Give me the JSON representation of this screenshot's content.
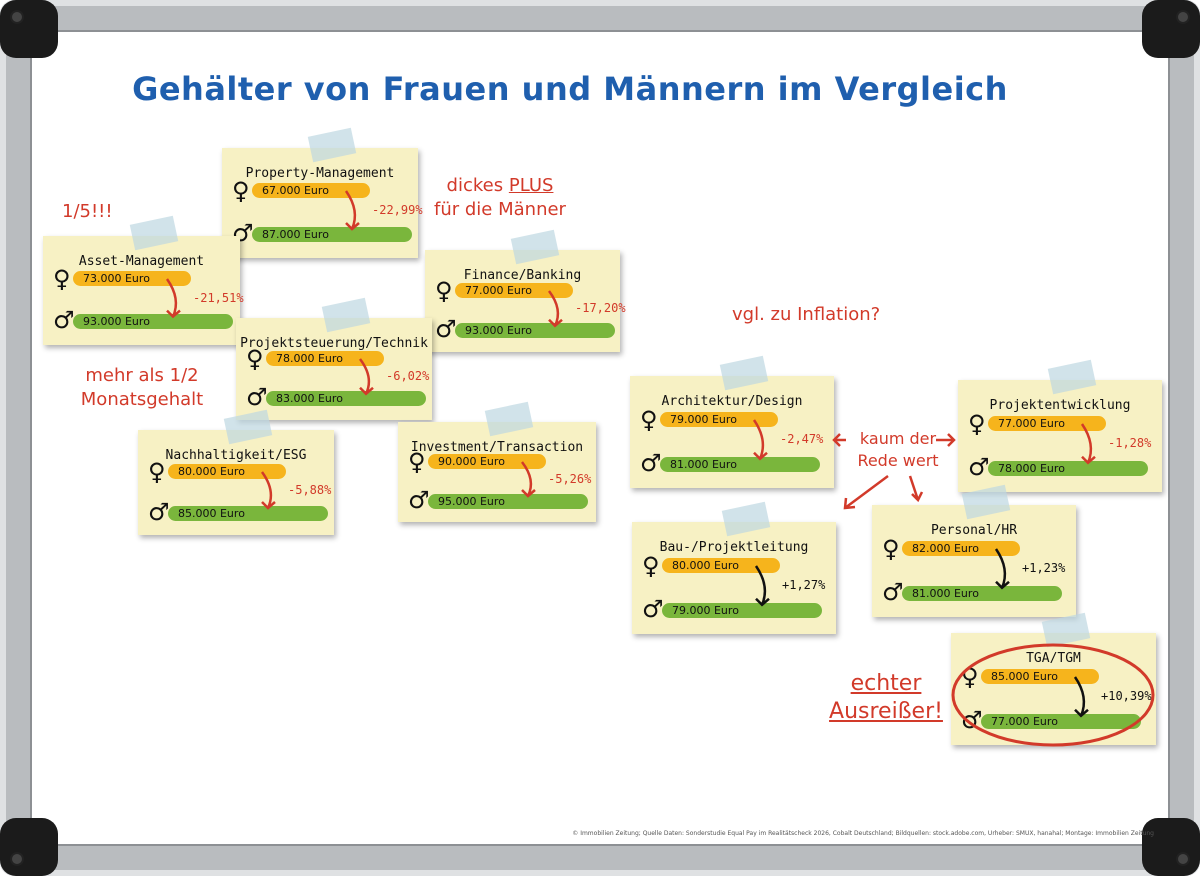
{
  "title": "Gehälter von Frauen und Männern im Vergleich",
  "notes": [
    {
      "name": "Property-Management",
      "female": "67.000 Euro",
      "male": "87.000 Euro",
      "diff": "-22,99%",
      "sign": "neg"
    },
    {
      "name": "Asset-Management",
      "female": "73.000 Euro",
      "male": "93.000 Euro",
      "diff": "-21,51%",
      "sign": "neg"
    },
    {
      "name": "Finance/Banking",
      "female": "77.000 Euro",
      "male": "93.000 Euro",
      "diff": "-17,20%",
      "sign": "neg"
    },
    {
      "name": "Projektsteuerung/Technik",
      "female": "78.000 Euro",
      "male": "83.000 Euro",
      "diff": "-6,02%",
      "sign": "neg"
    },
    {
      "name": "Nachhaltigkeit/ESG",
      "female": "80.000 Euro",
      "male": "85.000 Euro",
      "diff": "-5,88%",
      "sign": "neg"
    },
    {
      "name": "Investment/Transaction",
      "female": "90.000 Euro",
      "male": "95.000 Euro",
      "diff": "-5,26%",
      "sign": "neg"
    },
    {
      "name": "Architektur/Design",
      "female": "79.000 Euro",
      "male": "81.000 Euro",
      "diff": "-2,47%",
      "sign": "neg"
    },
    {
      "name": "Projektentwicklung",
      "female": "77.000 Euro",
      "male": "78.000 Euro",
      "diff": "-1,28%",
      "sign": "neg"
    },
    {
      "name": "Bau-/Projektleitung",
      "female": "80.000 Euro",
      "male": "79.000 Euro",
      "diff": "+1,27%",
      "sign": "pos"
    },
    {
      "name": "Personal/HR",
      "female": "82.000 Euro",
      "male": "81.000 Euro",
      "diff": "+1,23%",
      "sign": "pos"
    },
    {
      "name": "TGA/TGM",
      "female": "85.000 Euro",
      "male": "77.000 Euro",
      "diff": "+10,39%",
      "sign": "pos"
    }
  ],
  "annotations": {
    "a1": "1/5!!!",
    "a2_line1": "dickes",
    "a2_plus": "PLUS",
    "a2_line2": "für die Männer",
    "a3_line1": "mehr als 1/2",
    "a3_line2": "Monatsgehalt",
    "a4": "vgl. zu Inflation?",
    "a5_line1": "kaum der",
    "a5_line2": "Rede wert",
    "a6_line1": "echter",
    "a6_line2": "Ausreißer!"
  },
  "symbols": {
    "female": "♀",
    "male": "♂"
  },
  "colors": {
    "title": "#1f5fae",
    "annotation": "#d23a2a",
    "female_bar": "#f6b41c",
    "male_bar": "#7ab63c",
    "note": "#f7f1c4"
  },
  "credit": "© Immobilien Zeitung; Quelle Daten: Sonderstudie Equal Pay im Realitätscheck 2026, Cobalt Deutschland; Bildquellen: stock.adobe.com, Urheber: SMUX, hanahal; Montage: Immobilien Zeitung"
}
